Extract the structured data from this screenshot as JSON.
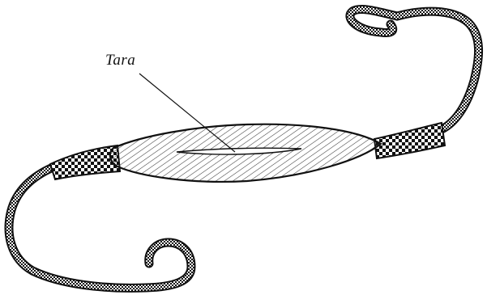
{
  "label": {
    "text": "Tara"
  },
  "colors": {
    "ink": "#111111",
    "background": "#ffffff",
    "hatch": "#3a3a3a"
  },
  "parts": [
    "tara-label",
    "leader-line",
    "central-body",
    "central-slit",
    "left-checkered-band",
    "right-checkered-band",
    "left-cord",
    "right-cord"
  ]
}
